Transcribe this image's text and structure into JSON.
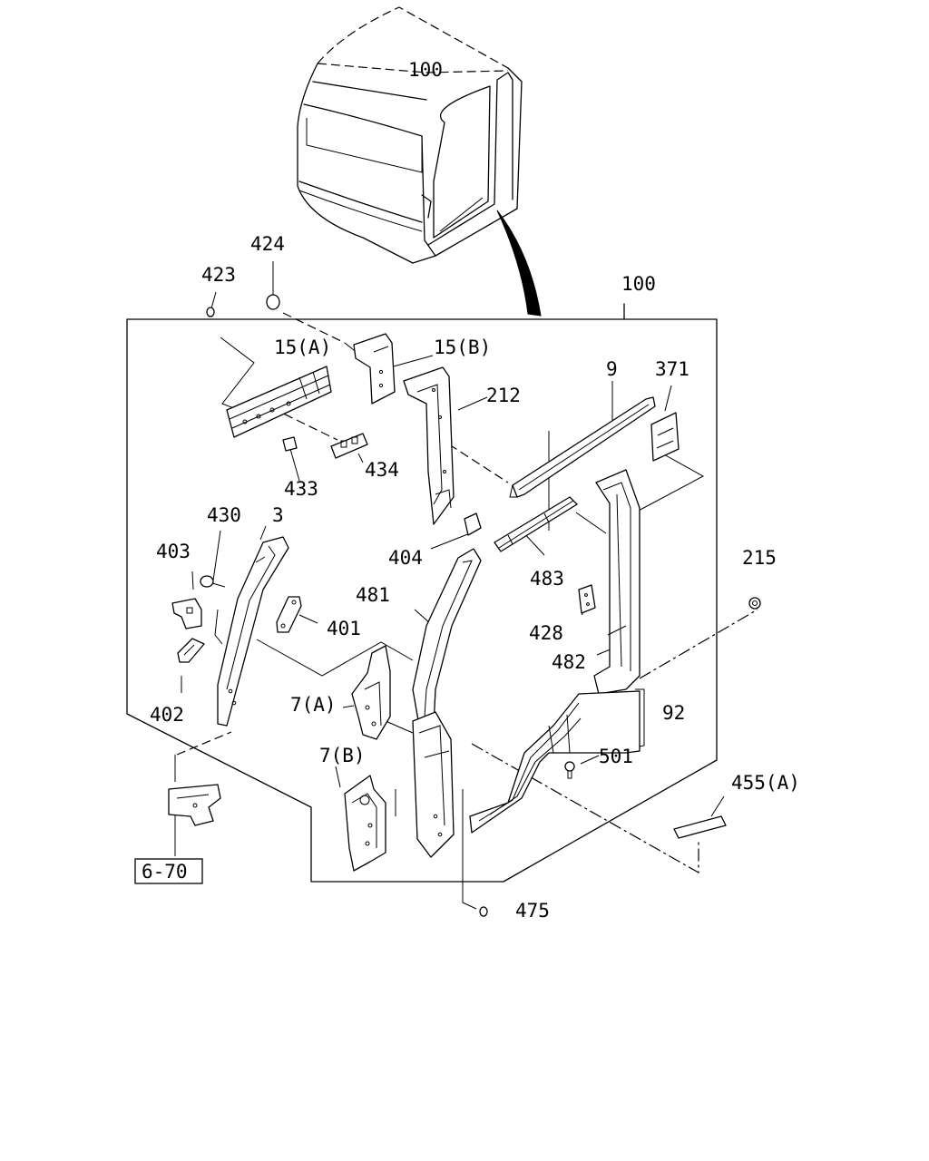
{
  "labels": {
    "cab": "100",
    "424": "424",
    "423": "423",
    "frame": "100",
    "15a": "15(A)",
    "15b": "15(B)",
    "212": "212",
    "9": "9",
    "371": "371",
    "433": "433",
    "434": "434",
    "430": "430",
    "3": "3",
    "403": "403",
    "404": "404",
    "481": "481",
    "483": "483",
    "215": "215",
    "401": "401",
    "428": "428",
    "482": "482",
    "402": "402",
    "7a": "7(A)",
    "92": "92",
    "501": "501",
    "7b": "7(B)",
    "455a": "455(A)",
    "ref": "6-70",
    "475": "475"
  }
}
